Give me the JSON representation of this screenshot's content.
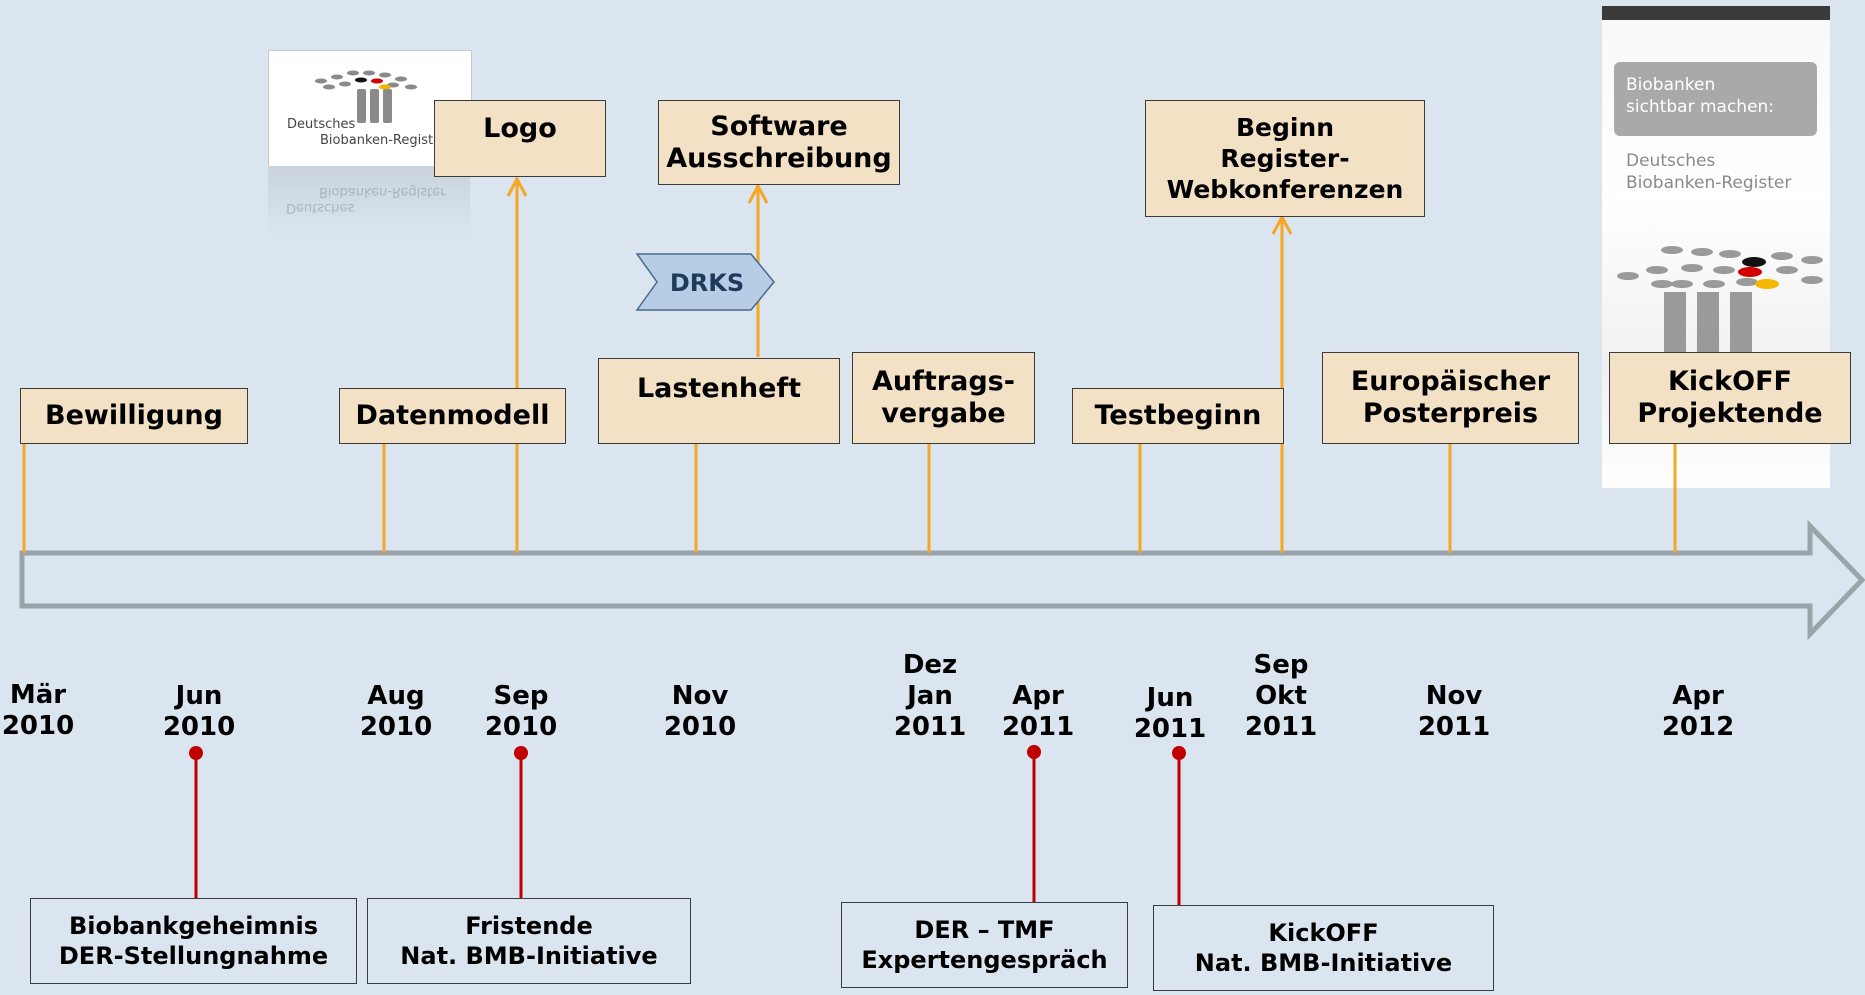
{
  "logo_card": {
    "line1": "Deutsches",
    "line2": "Biobanken-Register"
  },
  "banner": {
    "headline": [
      "Biobanken",
      "sichtbar machen:"
    ],
    "subtitle": [
      "Deutsches",
      "Biobanken-Register"
    ]
  },
  "drks_tag": "DRKS",
  "top_events": [
    {
      "label": [
        "Bewilligung"
      ]
    },
    {
      "label": [
        "Datenmodell"
      ]
    },
    {
      "label": [
        "Logo"
      ]
    },
    {
      "label": [
        "Software",
        "Ausschreibung"
      ]
    },
    {
      "label": [
        "Lastenheft"
      ]
    },
    {
      "label": [
        "Auftrags-",
        "vergabe"
      ]
    },
    {
      "label": [
        "Testbeginn"
      ]
    },
    {
      "label": [
        "Beginn",
        "Register-",
        "Webkonferenzen"
      ]
    },
    {
      "label": [
        "Europäischer",
        "Posterpreis"
      ]
    },
    {
      "label": [
        "KickOFF",
        "Projektende"
      ]
    }
  ],
  "dates": [
    {
      "lines": [
        "Mär",
        "2010"
      ]
    },
    {
      "lines": [
        "Jun",
        "2010"
      ]
    },
    {
      "lines": [
        "Aug",
        "2010"
      ]
    },
    {
      "lines": [
        "Sep",
        "2010"
      ]
    },
    {
      "lines": [
        "Nov",
        "2010"
      ]
    },
    {
      "lines": [
        "Dez",
        "Jan",
        "2011"
      ]
    },
    {
      "lines": [
        "Apr",
        "2011"
      ]
    },
    {
      "lines": [
        "Jun",
        "2011"
      ]
    },
    {
      "lines": [
        "Sep",
        "Okt",
        "2011"
      ]
    },
    {
      "lines": [
        "Nov",
        "2011"
      ]
    },
    {
      "lines": [
        "Apr",
        "2012"
      ]
    }
  ],
  "bottom_events": [
    {
      "label": [
        "Biobankgeheimnis",
        "DER-Stellungnahme"
      ]
    },
    {
      "label": [
        "Fristende",
        "Nat. BMB-Initiative"
      ]
    },
    {
      "label": [
        "DER – TMF",
        "Expertengespräch"
      ]
    },
    {
      "label": [
        "KickOFF",
        "Nat. BMB-Initiative"
      ]
    }
  ],
  "colors": {
    "background": "#dae5ef",
    "event_box": "#f3e1c5",
    "connector_top": "#f5a623",
    "connector_bottom": "#c00000",
    "arrow_border": "#9aa3a8",
    "drks_fill": "#b7cde6",
    "drks_text": "#1f3b5c"
  }
}
